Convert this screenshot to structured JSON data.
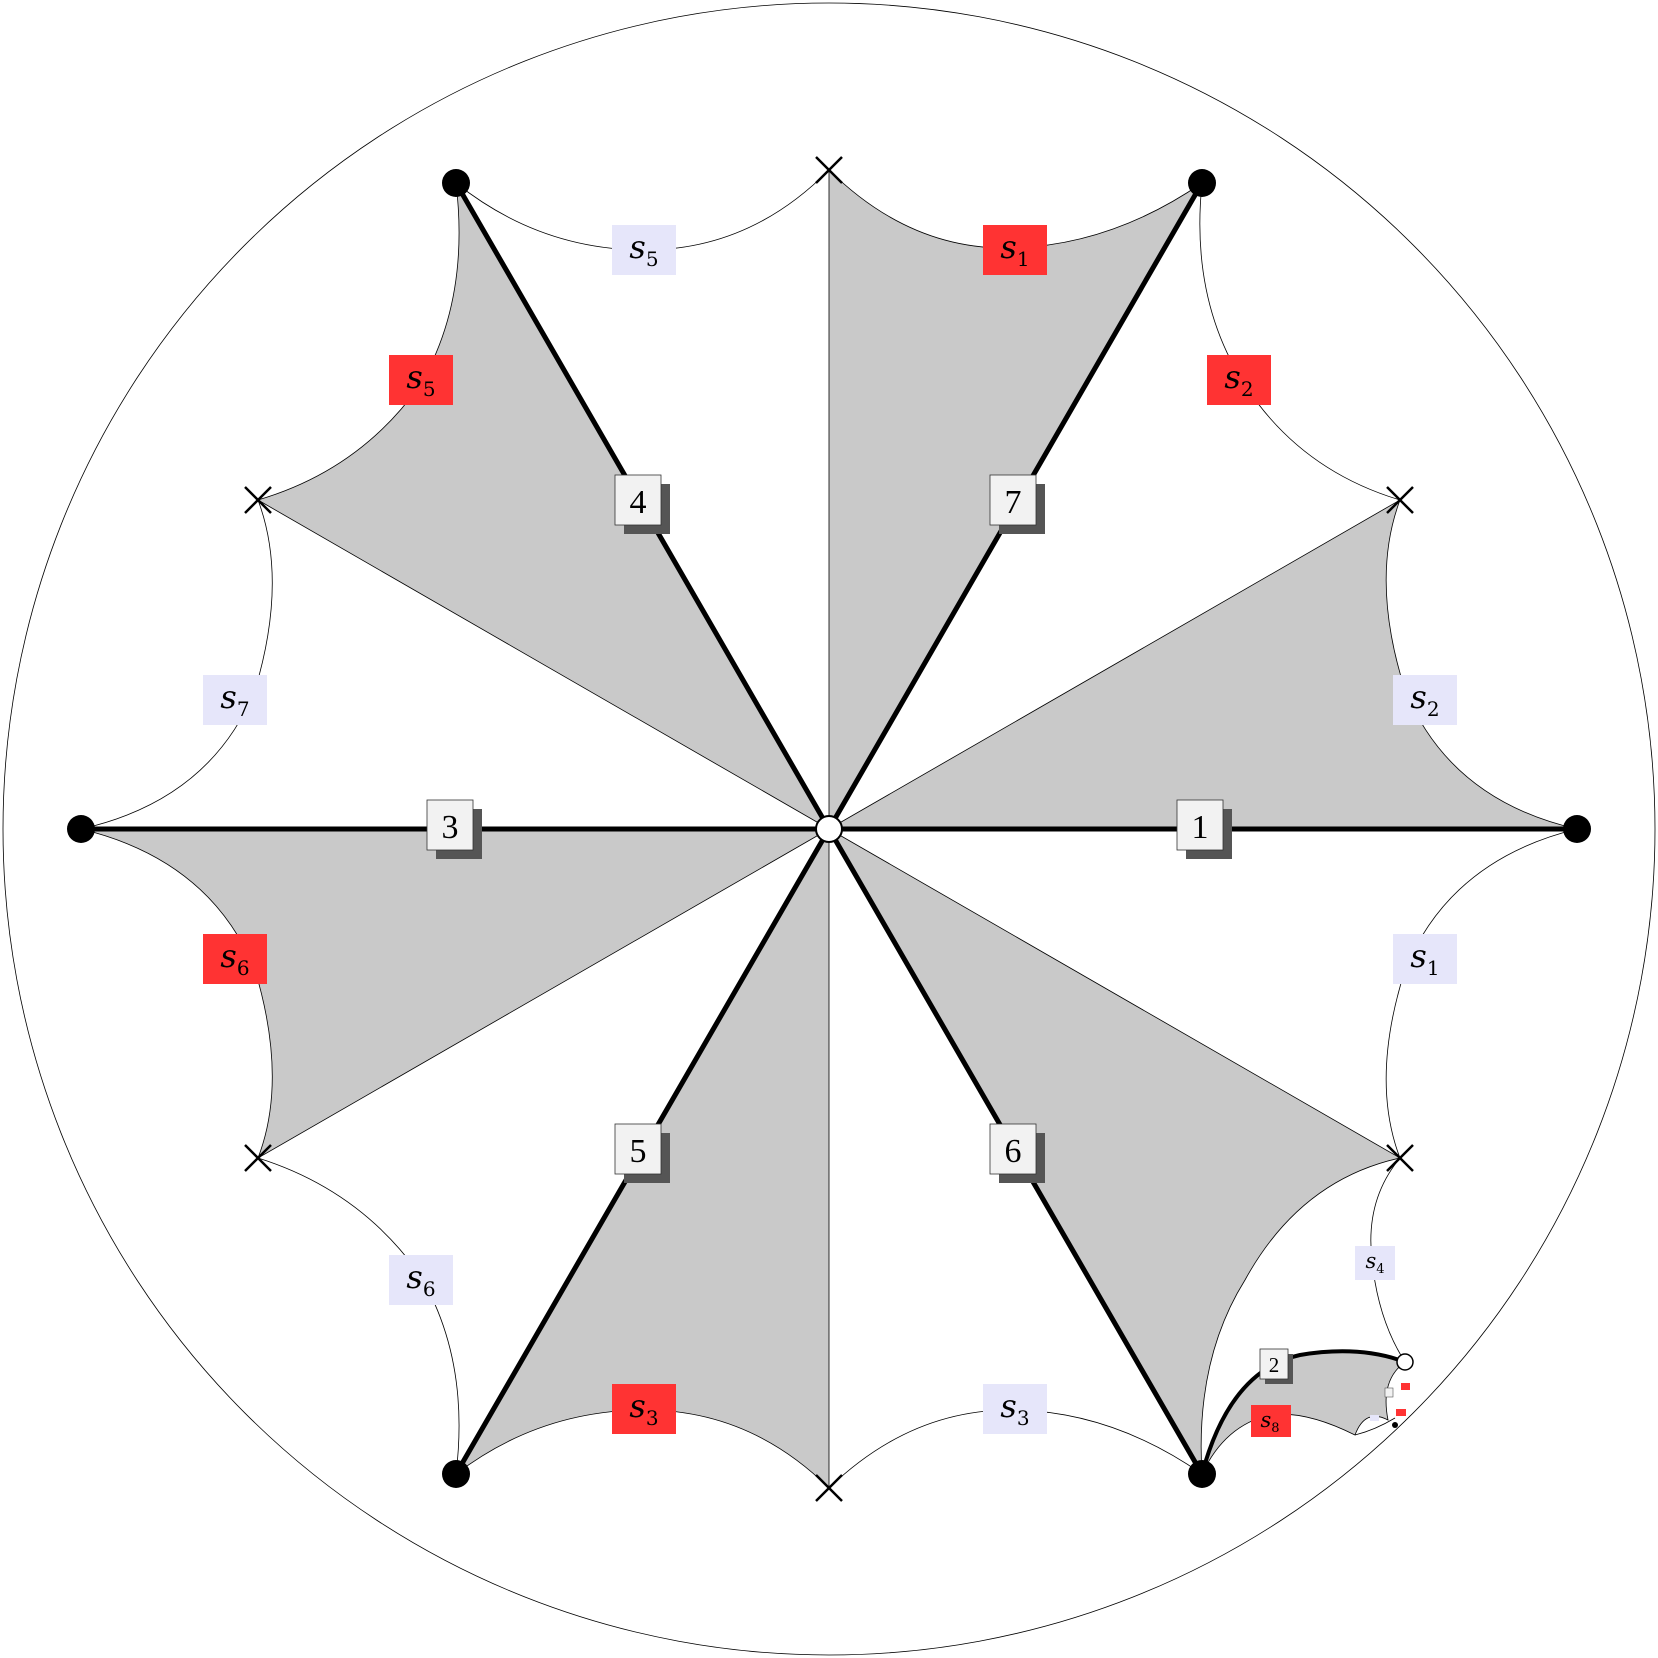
{
  "diagram": {
    "colors": {
      "background": "#ffffff",
      "stroke": "#000000",
      "shaded_region": "#c9c9c9",
      "red_label": "#ff3333",
      "lavender_label": "#e6e6fa",
      "number_box": "#f2f2f2",
      "number_shadow": "#555555"
    },
    "center_vertex": "open-circle",
    "number_labels": [
      "1",
      "2",
      "3",
      "4",
      "5",
      "6",
      "7"
    ],
    "side_labels": {
      "red": [
        {
          "base": "s",
          "sub": "1"
        },
        {
          "base": "s",
          "sub": "2"
        },
        {
          "base": "s",
          "sub": "5"
        },
        {
          "base": "s",
          "sub": "6"
        },
        {
          "base": "s",
          "sub": "3"
        },
        {
          "base": "s",
          "sub": "8"
        }
      ],
      "lavender": [
        {
          "base": "s",
          "sub": "5"
        },
        {
          "base": "s",
          "sub": "2"
        },
        {
          "base": "s",
          "sub": "7"
        },
        {
          "base": "s",
          "sub": "1"
        },
        {
          "base": "s",
          "sub": "6"
        },
        {
          "base": "s",
          "sub": "3"
        },
        {
          "base": "s",
          "sub": "4"
        }
      ]
    },
    "vertex_markers": {
      "filled": "filled-dot",
      "cross": "cross-mark"
    }
  }
}
